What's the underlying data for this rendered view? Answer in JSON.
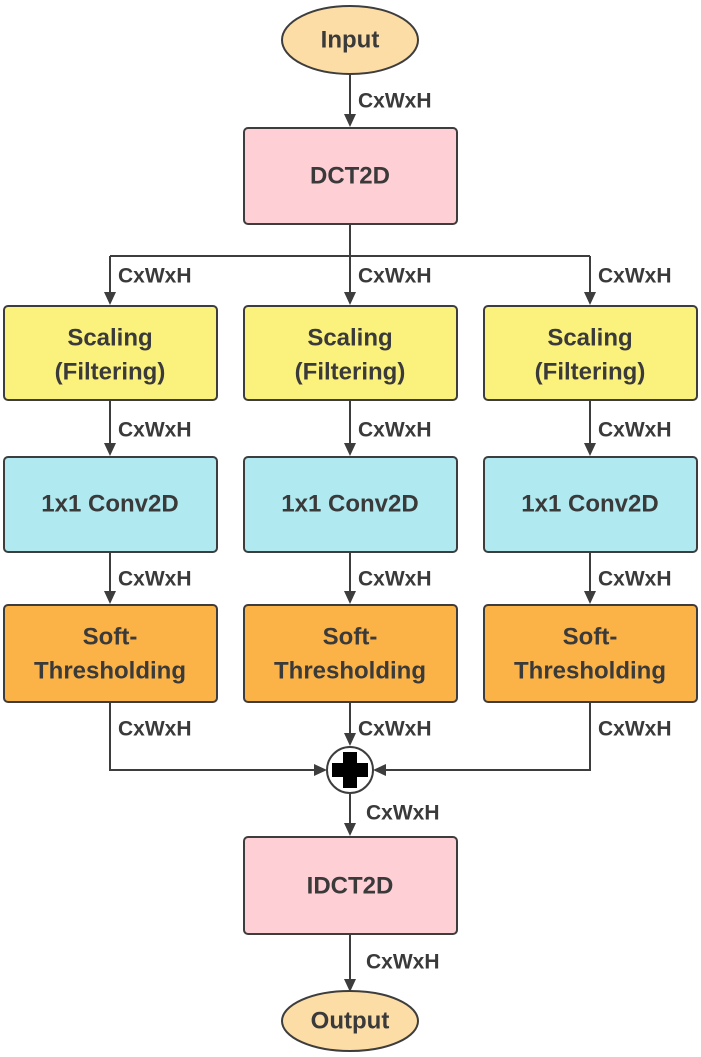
{
  "colors": {
    "terminal": "#FDDDA6",
    "dct": "#FFCFD6",
    "scaling": "#FBF17D",
    "conv": "#B0E9F0",
    "soft": "#FBB347",
    "stroke": "#3d3d3d",
    "text": "#3a3a3a"
  },
  "nodes": {
    "input": "Input",
    "dct2d": "DCT2D",
    "branches": [
      {
        "scaling_line1": "Scaling",
        "scaling_line2": "(Filtering)",
        "conv": "1x1 Conv2D",
        "soft_line1": "Soft-",
        "soft_line2": "Thresholding"
      },
      {
        "scaling_line1": "Scaling",
        "scaling_line2": "(Filtering)",
        "conv": "1x1 Conv2D",
        "soft_line1": "Soft-",
        "soft_line2": "Thresholding"
      },
      {
        "scaling_line1": "Scaling",
        "scaling_line2": "(Filtering)",
        "conv": "1x1 Conv2D",
        "soft_line1": "Soft-",
        "soft_line2": "Thresholding"
      }
    ],
    "sum_icon": "plus-icon",
    "idct2d": "IDCT2D",
    "output": "Output"
  },
  "edge_labels": {
    "input_to_dct": "CxWxH",
    "branches": [
      {
        "to_scaling": "CxWxH",
        "to_conv": "CxWxH",
        "to_soft": "CxWxH",
        "to_sum": "CxWxH"
      },
      {
        "to_scaling": "CxWxH",
        "to_conv": "CxWxH",
        "to_soft": "CxWxH",
        "to_sum": "CxWxH"
      },
      {
        "to_scaling": "CxWxH",
        "to_conv": "CxWxH",
        "to_soft": "CxWxH",
        "to_sum": "CxWxH"
      }
    ],
    "sum_to_idct": "CxWxH",
    "idct_to_output": "CxWxH"
  }
}
